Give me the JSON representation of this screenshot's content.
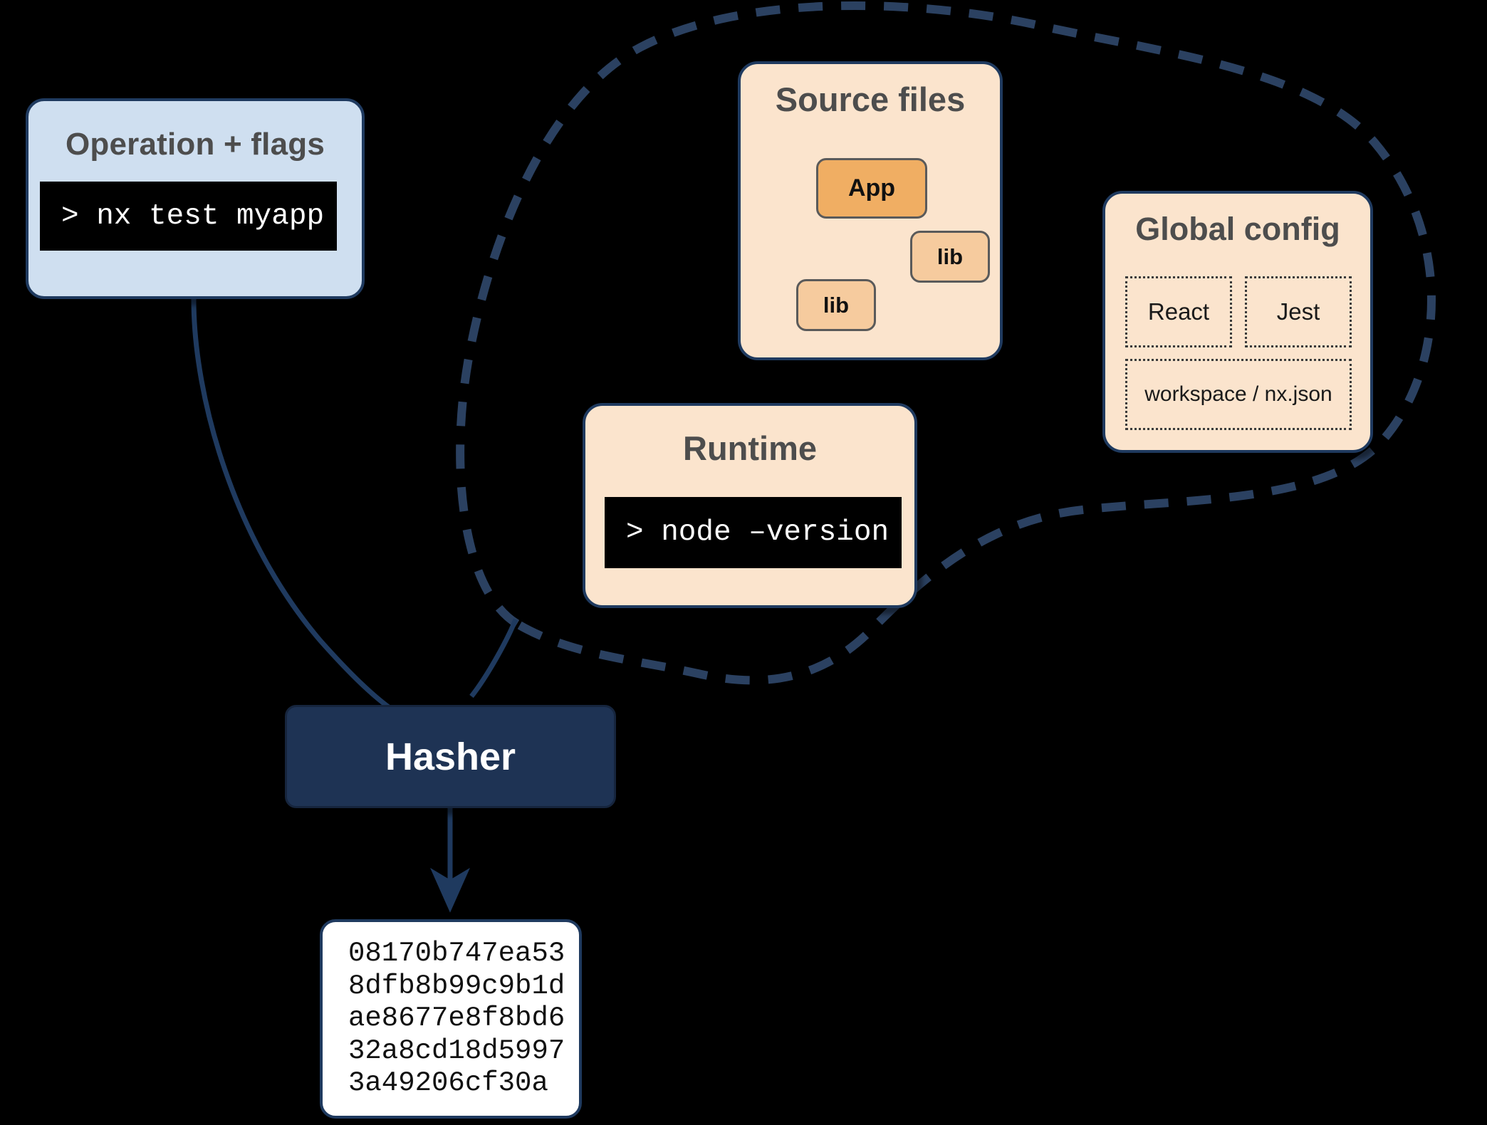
{
  "colors": {
    "background": "#000000",
    "navy": "#1e3354",
    "navy_border": "#1f3a5f",
    "light_blue": "#cfdff0",
    "peach_panel": "#fbe4cd",
    "orange_app": "#f0ae63",
    "orange_lib": "#f6cb9e",
    "terminal_bg": "#000000",
    "terminal_fg": "#ffffff",
    "title_gray": "#4d4d4d",
    "hash_box_bg": "#ffffff"
  },
  "operation": {
    "title": "Operation + flags",
    "command": "> nx test myapp"
  },
  "source_files": {
    "title": "Source files",
    "nodes": [
      {
        "label": "App"
      },
      {
        "label": "lib"
      },
      {
        "label": "lib"
      }
    ]
  },
  "global_config": {
    "title": "Global config",
    "cells": [
      {
        "label": "React"
      },
      {
        "label": "Jest"
      },
      {
        "label": "workspace / nx.json"
      }
    ]
  },
  "runtime": {
    "title": "Runtime",
    "command": "> node –version"
  },
  "hasher": {
    "label": "Hasher"
  },
  "hash_output": {
    "lines": [
      "08170b747ea53",
      "8dfb8b99c9b1d",
      "ae8677e8f8bd6",
      "32a8cd18d5997",
      "3a49206cf30a"
    ]
  }
}
